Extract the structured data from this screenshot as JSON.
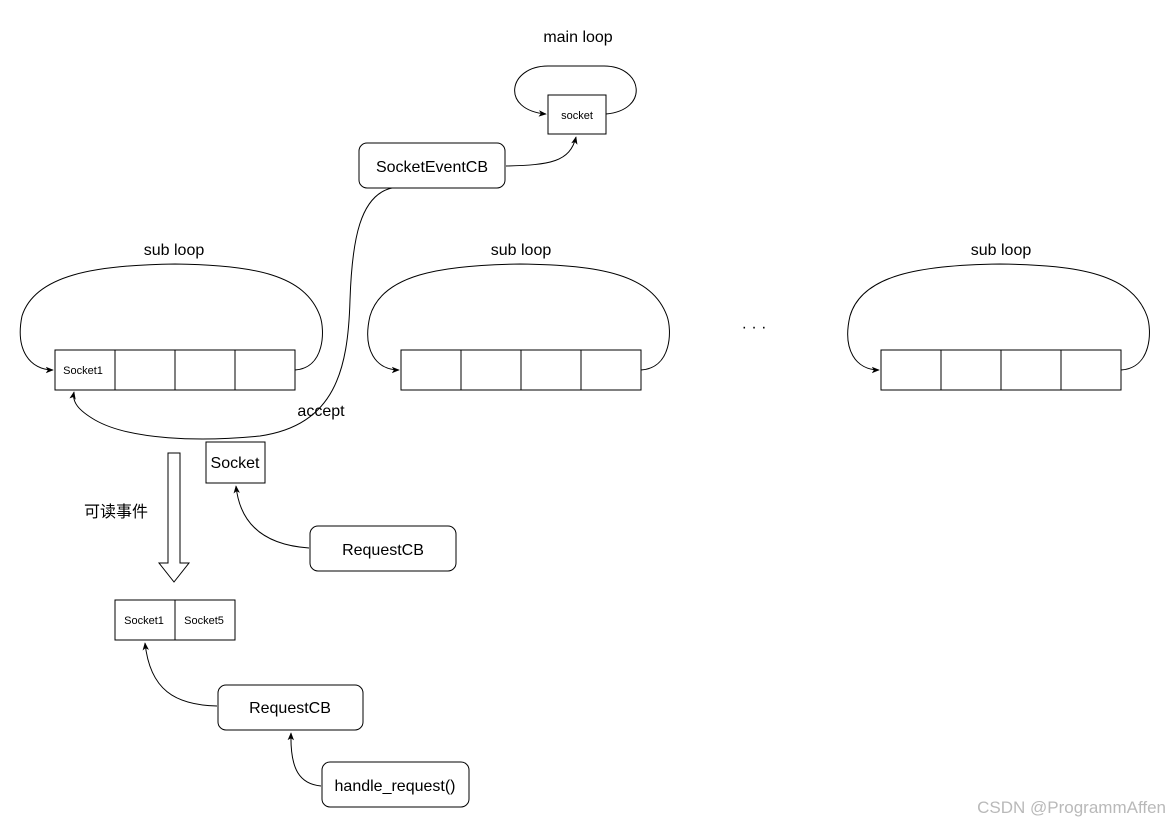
{
  "main_loop": {
    "title": "main loop",
    "socket_label": "socket"
  },
  "socket_event_cb": "SocketEventCB",
  "sub_loops": [
    {
      "title": "sub loop",
      "first_cell": "Socket1"
    },
    {
      "title": "sub loop"
    },
    {
      "title": "sub loop"
    }
  ],
  "ellipsis": "· · ·",
  "accept_label": "accept",
  "socket_box": "Socket",
  "request_cb_top": "RequestCB",
  "readable_event_label": "可读事件",
  "result_cells": [
    "Socket1",
    "Socket5"
  ],
  "request_cb_bottom": "RequestCB",
  "handle_request": "handle_request()",
  "watermark": "CSDN @ProgrammAffen"
}
